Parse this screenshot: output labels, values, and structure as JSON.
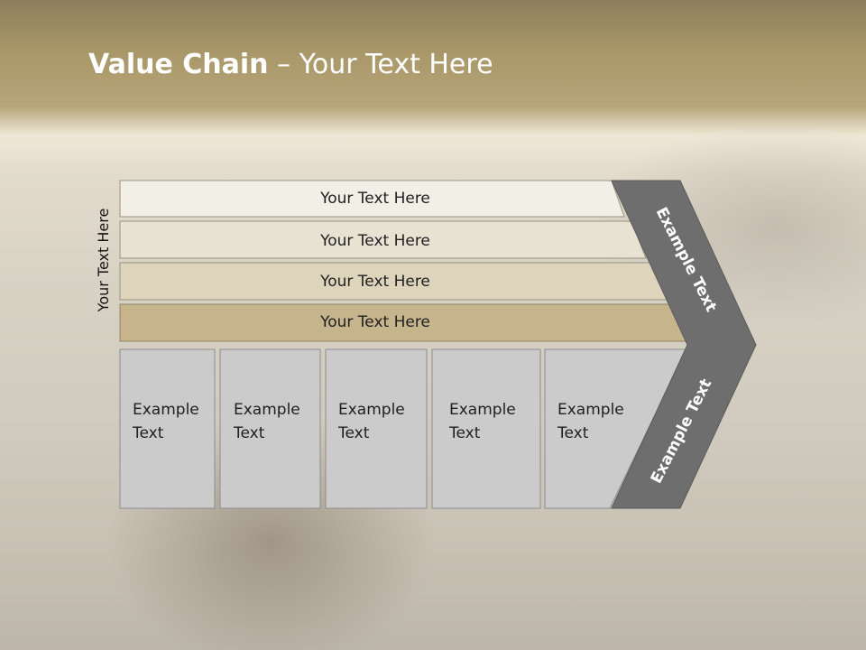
{
  "title": {
    "bold": "Value Chain",
    "rest": " – Your Text Here"
  },
  "side_label": "Your Text Here",
  "bars": [
    {
      "label": "Your Text Here",
      "color": "#f2efe7"
    },
    {
      "label": "Your Text Here",
      "color": "#e8e2d3"
    },
    {
      "label": "Your Text Here",
      "color": "#ddd4bb"
    },
    {
      "label": "Your Text Here",
      "color": "#c6b48d"
    }
  ],
  "cells": [
    {
      "line1": "Example",
      "line2": "Text"
    },
    {
      "line1": "Example",
      "line2": "Text"
    },
    {
      "line1": "Example",
      "line2": "Text"
    },
    {
      "line1": "Example",
      "line2": "Text"
    },
    {
      "line1": "Example",
      "line2": "Text"
    }
  ],
  "chevron": {
    "upper": "Example Text",
    "lower": "Example Text",
    "color": "#6e6e6e"
  },
  "cell_color": "#cbcbcb"
}
